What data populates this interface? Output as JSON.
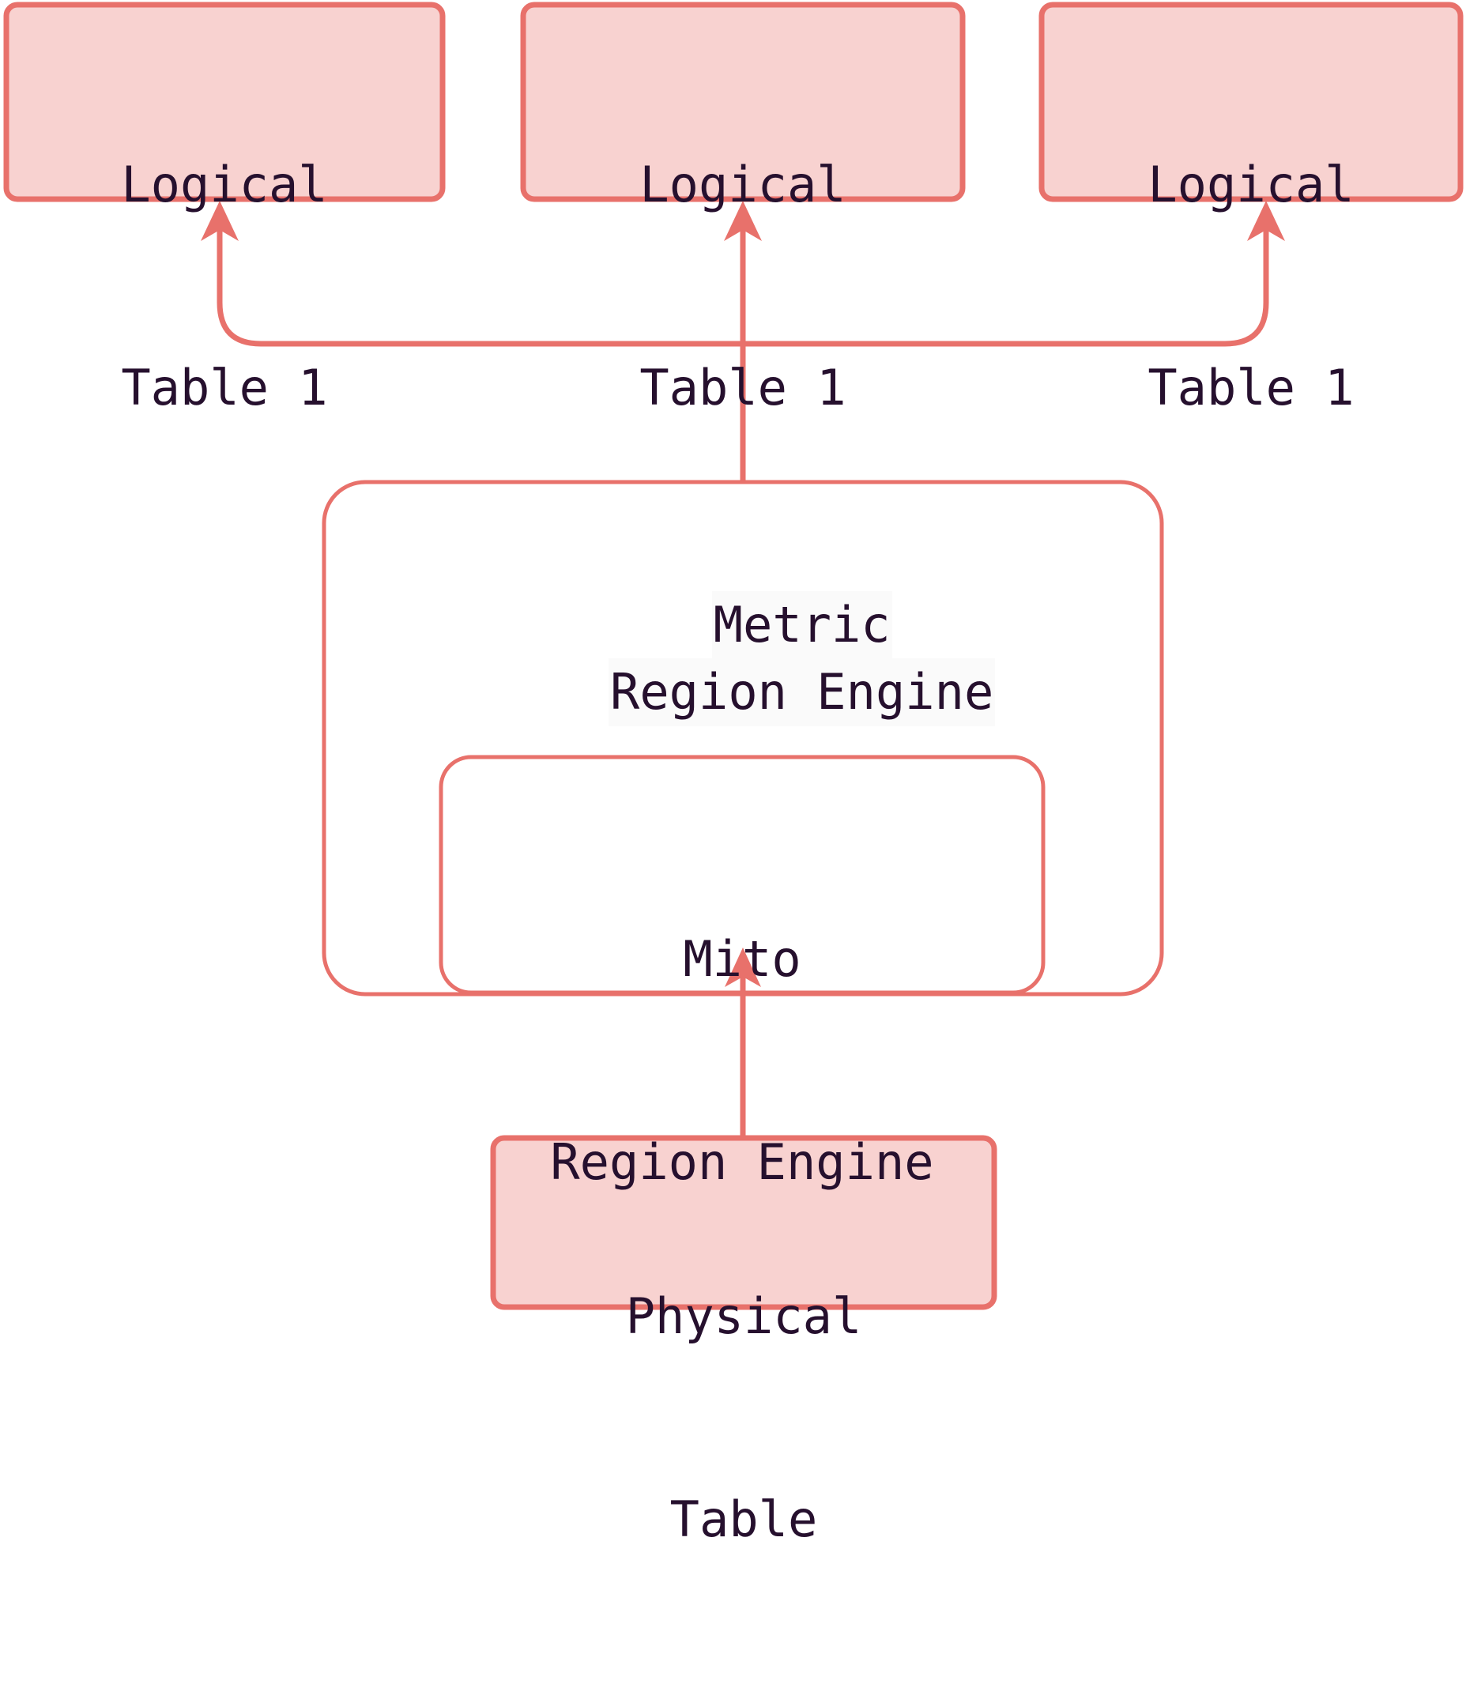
{
  "diagram": {
    "type": "flowchart",
    "title": "",
    "background_color": "#ffffff",
    "palette": {
      "node_fill": "#f8d2d0",
      "node_stroke": "#e8716b",
      "open_node_fill": "#ffffff",
      "edge_color": "#e8716b",
      "text_color": "#26102e",
      "label_backdrop": "#fafafa"
    },
    "nodes": {
      "logical_table_1": {
        "line1": "Logical",
        "line2": "Table 1"
      },
      "logical_table_2": {
        "line1": "Logical",
        "line2": "Table 1"
      },
      "logical_table_3": {
        "line1": "Logical",
        "line2": "Table 1"
      },
      "metric_region_engine": {
        "line1": "Metric",
        "line2": "Region Engine"
      },
      "mito_region_engine": {
        "line1": "Mito",
        "line2": "Region Engine"
      },
      "physical_table": {
        "line1": "Physical",
        "line2": "Table"
      }
    },
    "edges": [
      {
        "from": "metric_region_engine",
        "to": "logical_table_1",
        "direction": "up",
        "style": "elbow"
      },
      {
        "from": "metric_region_engine",
        "to": "logical_table_2",
        "direction": "up",
        "style": "straight"
      },
      {
        "from": "metric_region_engine",
        "to": "logical_table_3",
        "direction": "up",
        "style": "elbow"
      },
      {
        "from": "physical_table",
        "to": "mito_region_engine",
        "direction": "up",
        "style": "straight"
      }
    ],
    "containment": [
      {
        "parent": "metric_region_engine",
        "child": "mito_region_engine"
      }
    ]
  }
}
